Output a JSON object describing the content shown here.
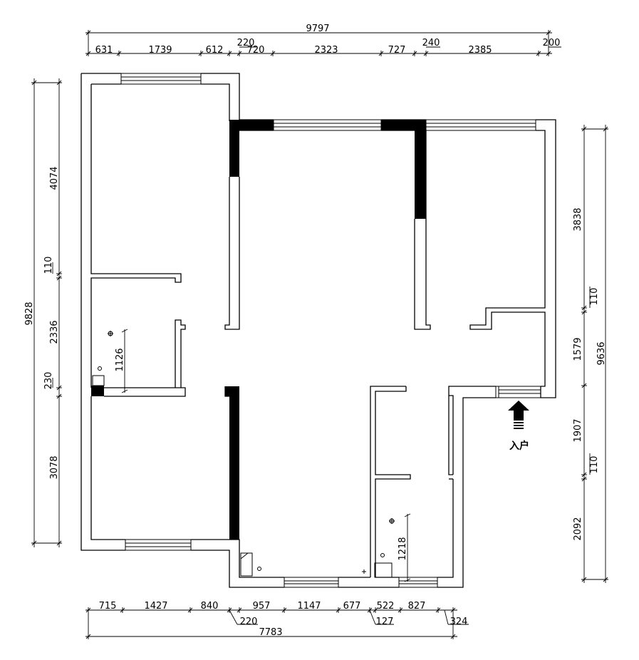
{
  "top_dims": {
    "overall": "9797",
    "segments": [
      "631",
      "1739",
      "612",
      "220",
      "720",
      "2323",
      "727",
      "240",
      "2385",
      "200"
    ]
  },
  "left_dims": {
    "overall": "9828",
    "segments": [
      "4074",
      "110",
      "2336",
      "230",
      "3078"
    ]
  },
  "right_dims": {
    "overall": "9636",
    "segments": [
      "3838",
      "110",
      "1579",
      "1907",
      "110",
      "2092"
    ]
  },
  "bottom_dims": {
    "overall": "7783",
    "segments": [
      "715",
      "1427",
      "840",
      "957",
      "1147",
      "677",
      "522",
      "827"
    ],
    "sub": [
      "220",
      "127",
      "324"
    ]
  },
  "inner_dims": [
    "1126",
    "1218"
  ],
  "entrance_label": "入户"
}
